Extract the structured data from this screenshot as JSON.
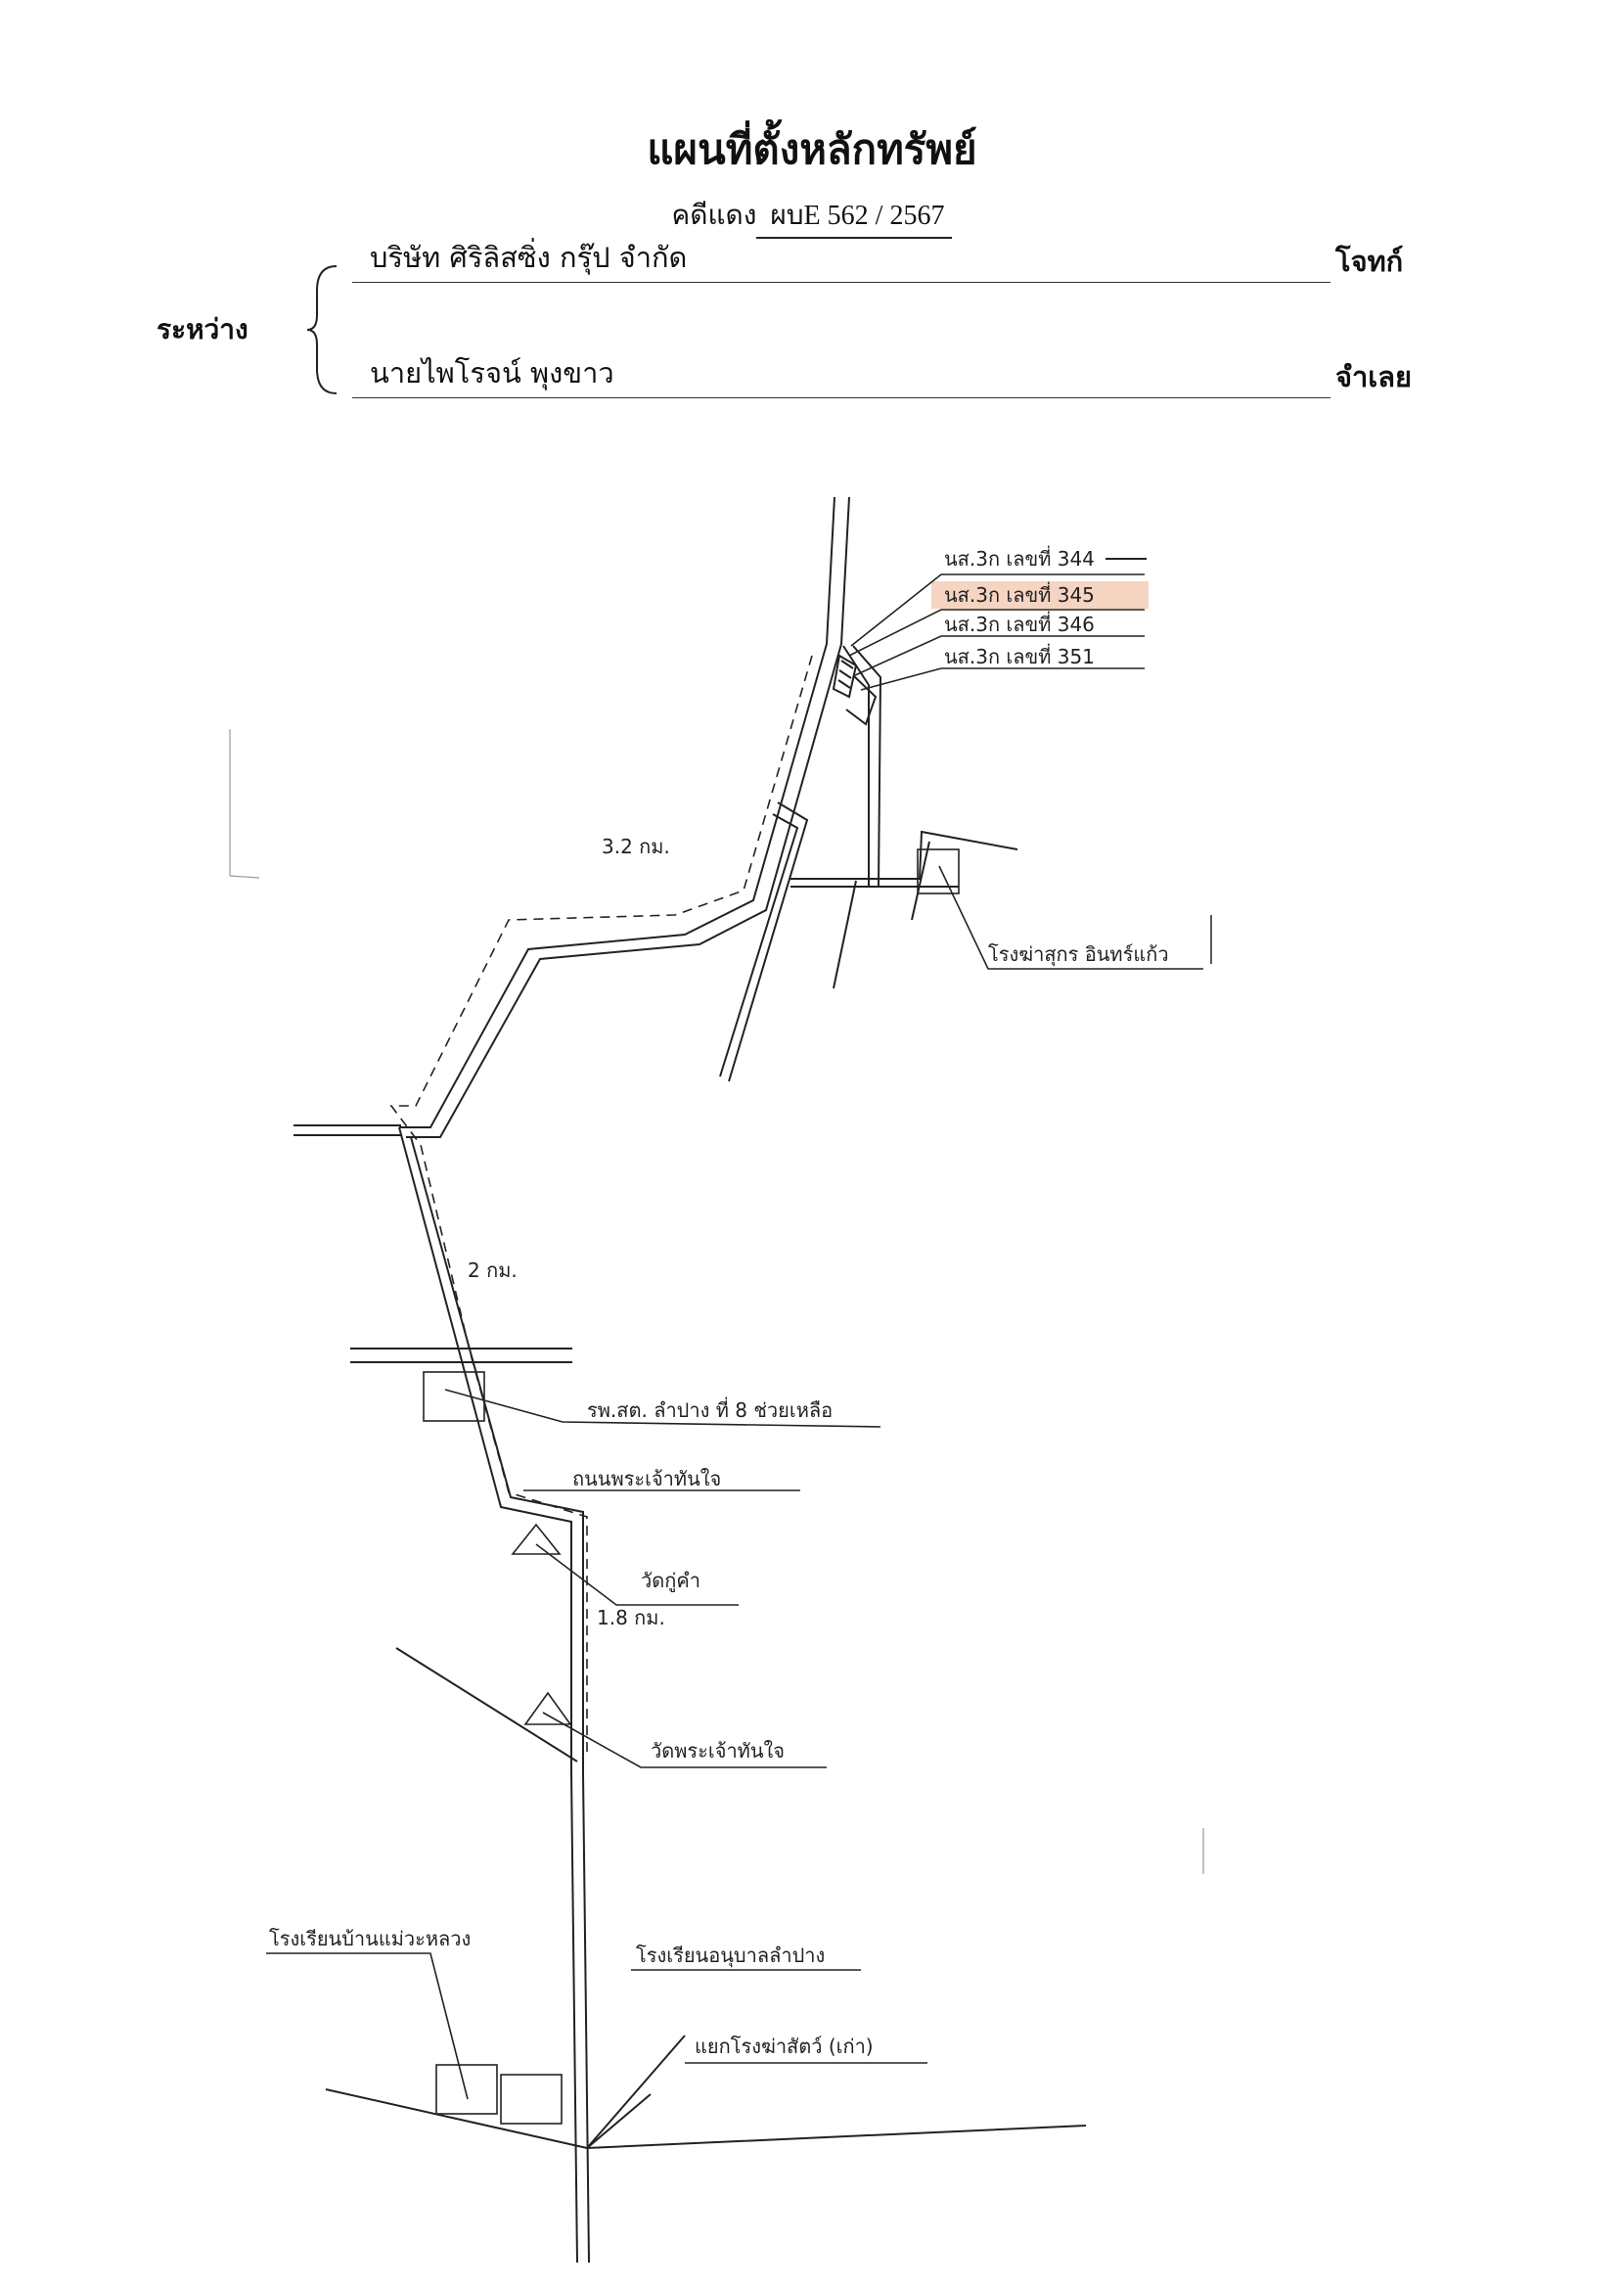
{
  "header": {
    "title": "แผนที่ตั้งหลักทรัพย์",
    "case_label": "คดีแดง",
    "case_number": "ผบE 562 / 2567",
    "between_label": "ระหว่าง",
    "plaintiff_name": "บริษัท ศิริลิสซิ่ง กรุ๊ป จำกัด",
    "plaintiff_role": "โจทก์",
    "defendant_name": "นายไพโรจน์ พุงขาว",
    "defendant_role": "จำเลย"
  },
  "map": {
    "parcels": [
      {
        "label": "นส.3ก เลขที่ 344",
        "struck": true
      },
      {
        "label": "นส.3ก เลขที่ 345",
        "highlighted": true
      },
      {
        "label": "นส.3ก เลขที่ 346"
      },
      {
        "label": "นส.3ก เลขที่ 351"
      }
    ],
    "distances": {
      "d1": "3.2 กม.",
      "d2": "2 กม.",
      "d3": "1.8 กม."
    },
    "landmarks": {
      "pig_farm": "โรงฆ่าสุกร อินทร์แก้ว",
      "hospital": "รพ.สต. ลำปาง ที่ 8 ช่วยเหลือ",
      "road": "ถนนพระเจ้าทันใจ",
      "temple1": "วัดกู่คำ",
      "temple2": "วัดพระเจ้าทันใจ",
      "school1": "โรงเรียนบ้านแม่วะหลวง",
      "school2": "โรงเรียนอนุบาลลำปาง",
      "intersection": "แยกโรงฆ่าสัตว์ (เก่า)"
    },
    "highlight_color": "#f3c9b3",
    "ink_color": "#222222"
  }
}
